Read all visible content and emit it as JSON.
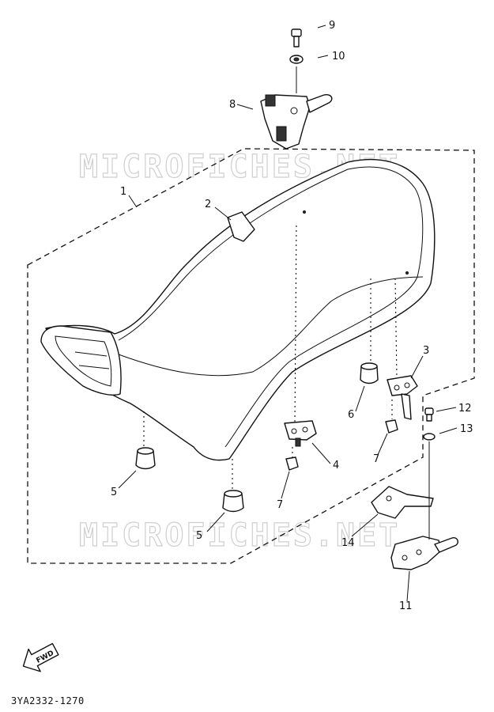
{
  "watermark": "MICROFICHES.NET",
  "diagram_code": "3YA2332-1270",
  "fwd_label": "FWD",
  "callouts": {
    "c1": "1",
    "c2": "2",
    "c3": "3",
    "c4": "4",
    "c5a": "5",
    "c5b": "5",
    "c6": "6",
    "c7a": "7",
    "c7b": "7",
    "c8": "8",
    "c9": "9",
    "c10": "10",
    "c11": "11",
    "c12": "12",
    "c13": "13",
    "c14": "14"
  }
}
